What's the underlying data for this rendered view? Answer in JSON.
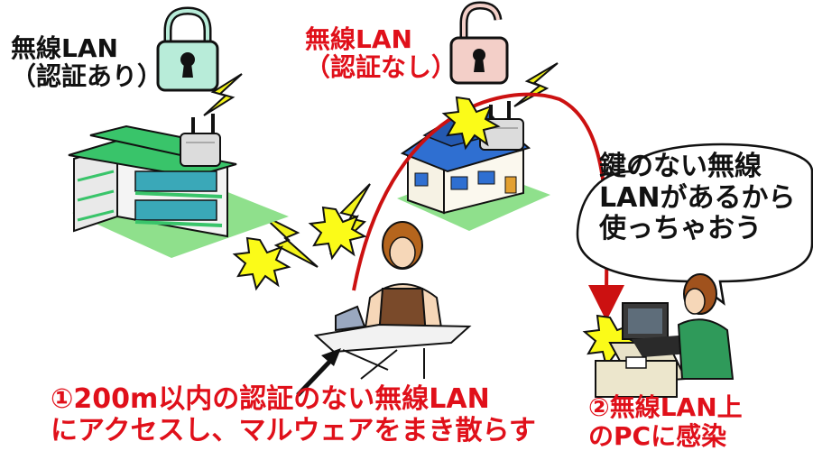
{
  "secure_lan": {
    "line1": "無線LAN",
    "line2": "（認証あり）"
  },
  "open_lan": {
    "line1": "無線LAN",
    "line2": "（認証なし）"
  },
  "speech": {
    "line1": "鍵のない無線",
    "line2": "LANがあるから",
    "line3": "使っちゃおう"
  },
  "step1": {
    "line1": "①200m以内の認証のない無線LAN",
    "line2": "にアクセスし、マルウェアをまき散らす"
  },
  "step2": {
    "line1": "②無線LAN上",
    "line2": "のPCに感染"
  },
  "colors": {
    "label_black": "#111111",
    "label_red": "#e0101a",
    "lock_secure": "#b8ecd9",
    "lock_open": "#f3cfc8",
    "building_green": "#39c46a",
    "house_blue": "#2f6fd1",
    "lightning": "#f2f21a",
    "burst": "#fbfb18",
    "arc_red": "#cc1111",
    "grass": "#8fe08c"
  }
}
